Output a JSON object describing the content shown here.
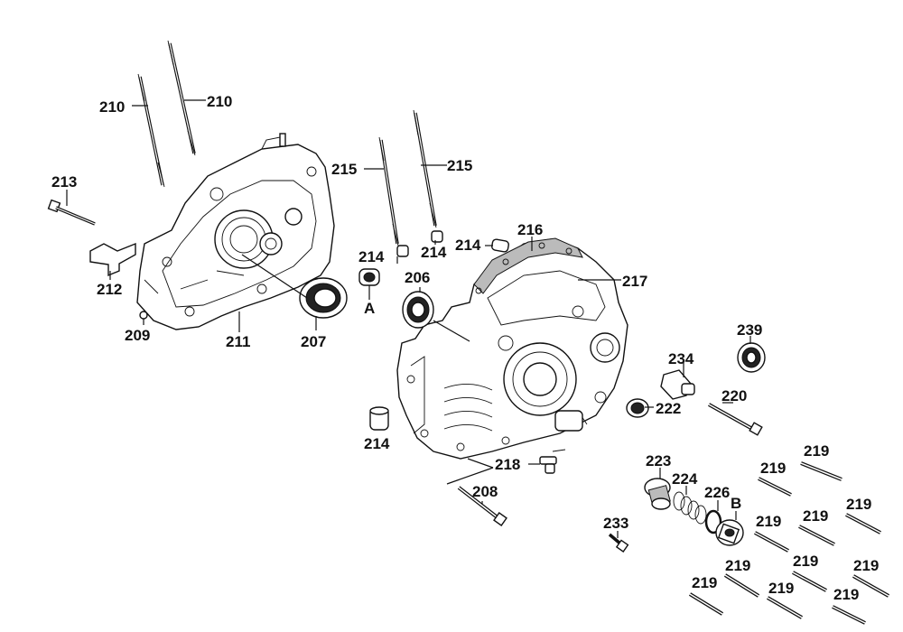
{
  "labels": {
    "l210a": "210",
    "l210b": "210",
    "l213": "213",
    "l212": "212",
    "l209": "209",
    "l211": "211",
    "l207": "207",
    "l215a": "215",
    "l215b": "215",
    "l214a": "214",
    "l214b": "214",
    "l214c": "214",
    "l214d": "214",
    "lA": "A",
    "l206": "206",
    "l216": "216",
    "l217": "217",
    "l239": "239",
    "l234": "234",
    "l220": "220",
    "l222": "222",
    "l218": "218",
    "l208": "208",
    "l223": "223",
    "l224": "224",
    "l226": "226",
    "lB": "B",
    "l233": "233",
    "l219a": "219",
    "l219b": "219",
    "l219c": "219",
    "l219d": "219",
    "l219e": "219",
    "l219f": "219",
    "l219g": "219",
    "l219h": "219",
    "l219i": "219",
    "l219j": "219",
    "l219k": "219"
  }
}
